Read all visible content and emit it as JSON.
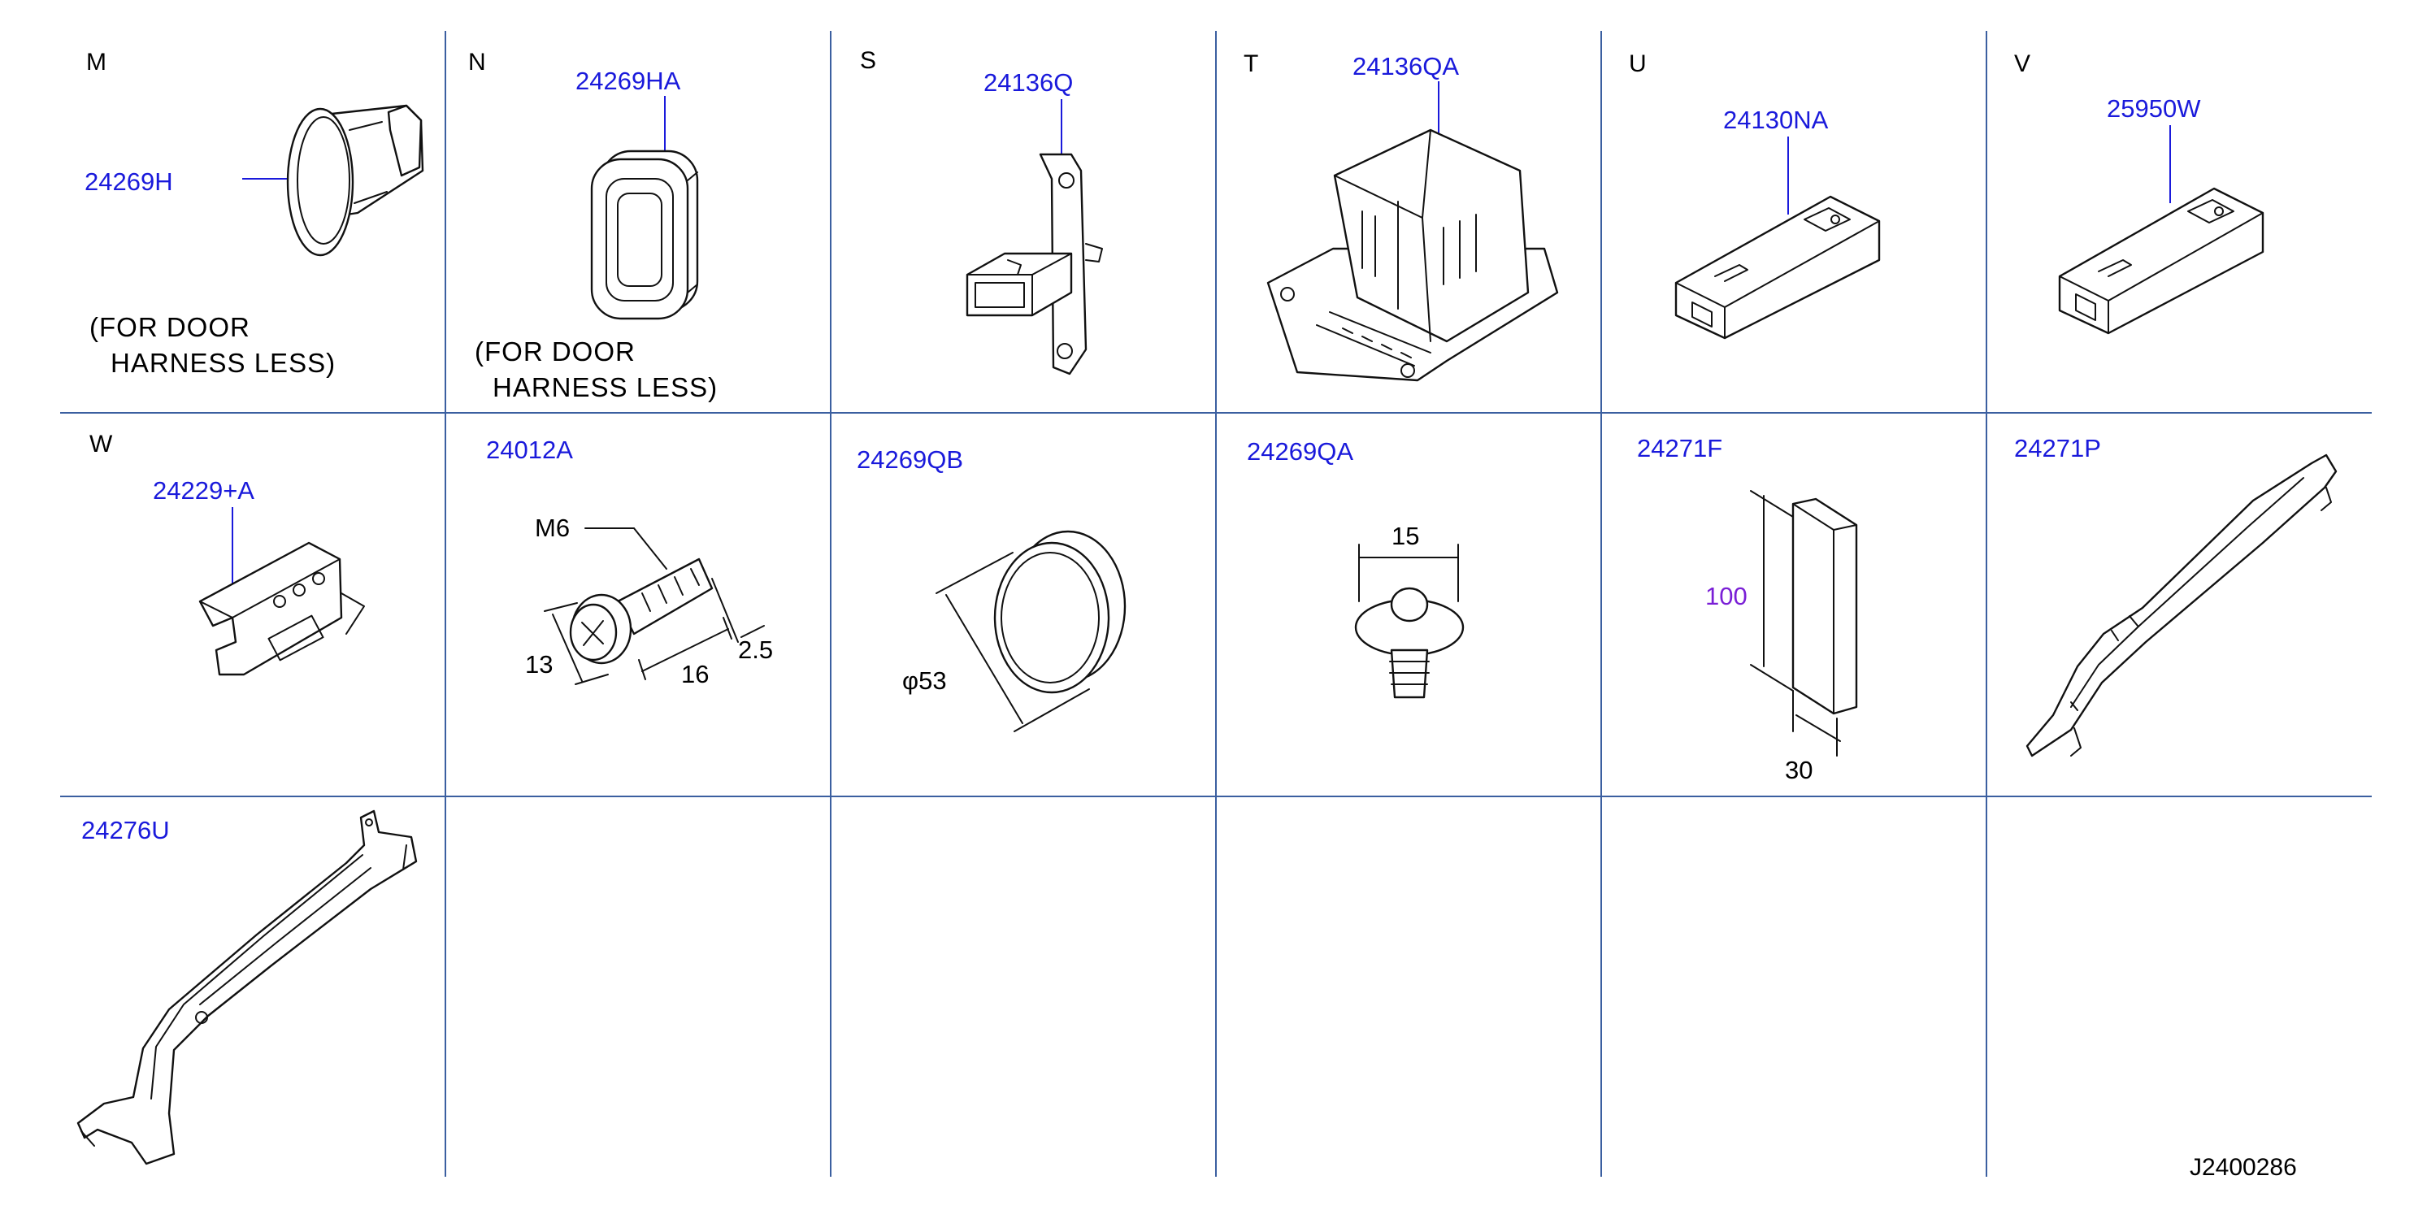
{
  "colors": {
    "grid": "#3b5fa0",
    "part_label": "#1a1adb",
    "dimension_highlight": "#7a1fd6",
    "ink": "#111111"
  },
  "cells": {
    "M": {
      "letter": "M",
      "part": "24269H",
      "note1": "(FOR   DOOR",
      "note2": "HARNESS   LESS)"
    },
    "N": {
      "letter": "N",
      "part": "24269HA",
      "note1": "(FOR   DOOR",
      "note2": "HARNESS   LESS)"
    },
    "S": {
      "letter": "S",
      "part": "24136Q"
    },
    "T": {
      "letter": "T",
      "part": "24136QA"
    },
    "U": {
      "letter": "U",
      "part": "24130NA"
    },
    "V": {
      "letter": "V",
      "part": "25950W"
    },
    "W": {
      "letter": "W",
      "part": "24229+A"
    },
    "bolt": {
      "part": "24012A",
      "thread": "M6",
      "dim_head": "13",
      "dim_length": "16",
      "dim_washer": "2.5"
    },
    "grommet": {
      "part": "24269QB",
      "diameter": "φ53"
    },
    "clip": {
      "part": "24269QA",
      "width": "15"
    },
    "pad": {
      "part": "24271F",
      "height": "100",
      "width": "30"
    },
    "protector_p": {
      "part": "24271P"
    },
    "protector_u": {
      "part": "24276U"
    }
  },
  "diagram_code": "J2400286"
}
